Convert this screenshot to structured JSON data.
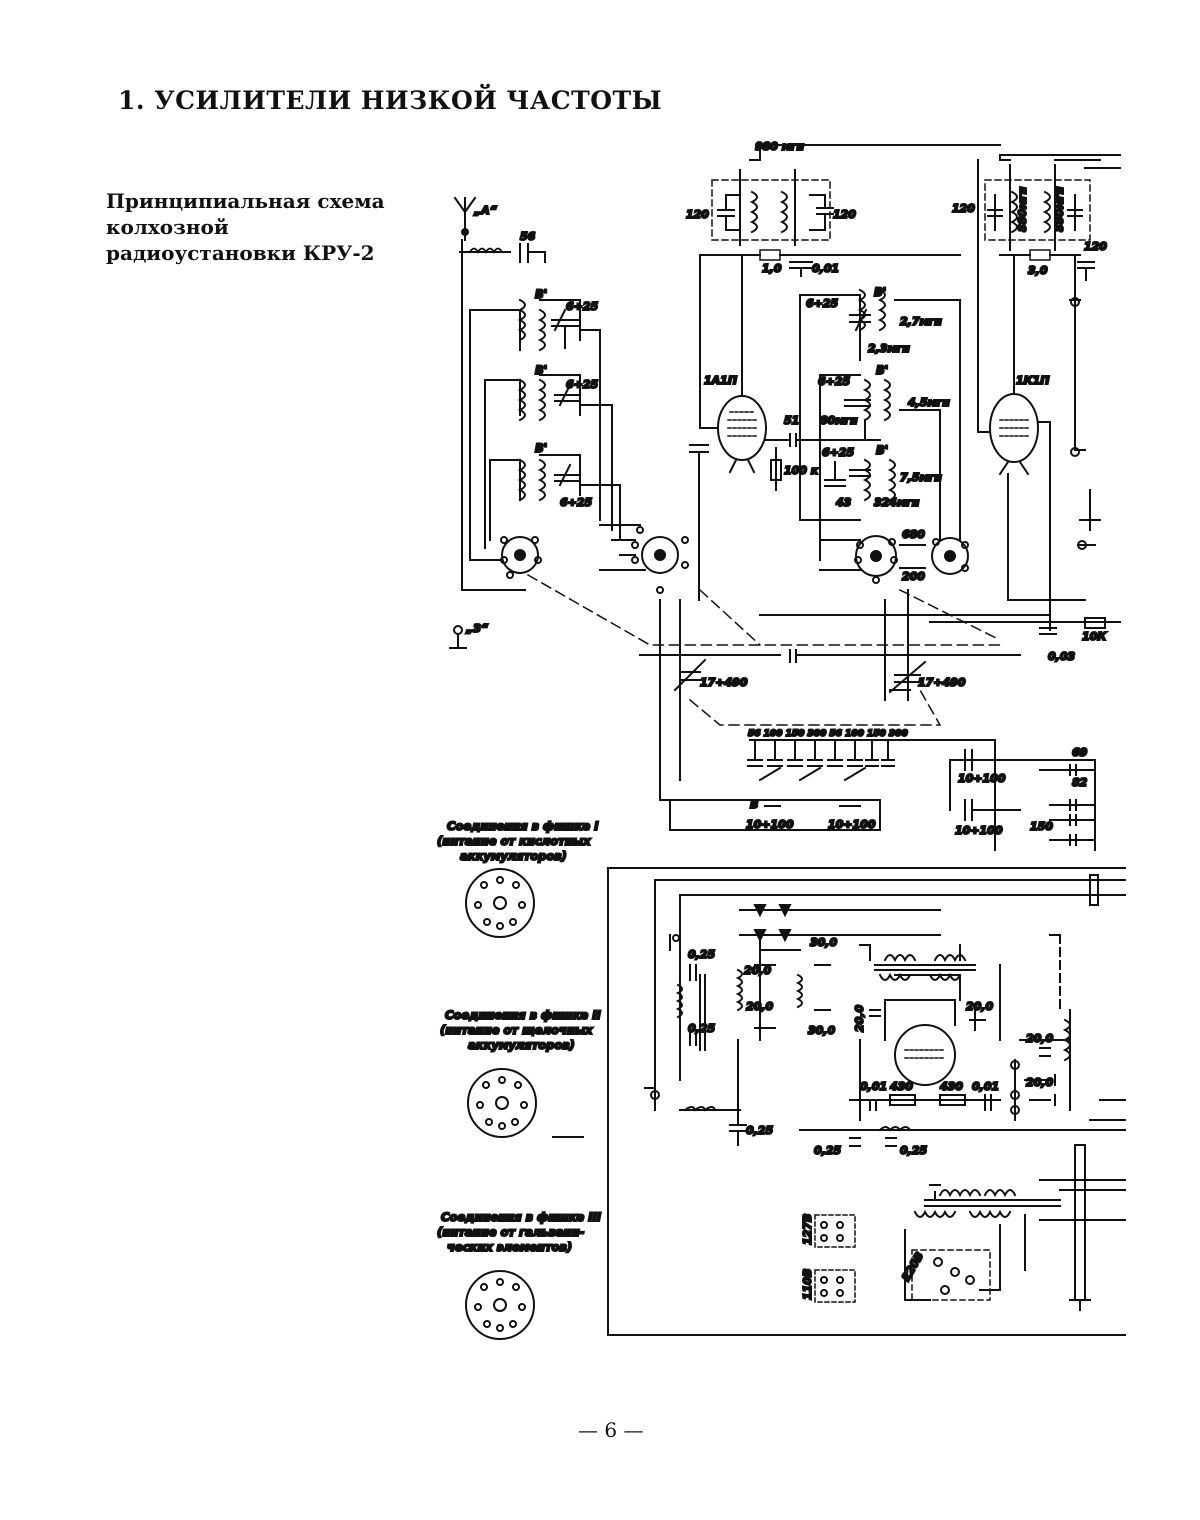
{
  "heading": "1. УСИЛИТЕЛИ НИЗКОЙ ЧАСТОТЫ",
  "caption_lines": [
    "Принципиальная схема",
    "колхозной",
    "радиоустановки  КРУ-2"
  ],
  "schematic": {
    "antenna_label": "„А“",
    "ground_label": "„З“",
    "tube_labels": [
      "1А1П",
      "1К1П"
    ],
    "component_labels": {
      "antenna_cap": "56",
      "if_cap_left": "120",
      "if_cap_right": "120",
      "if_cap_far": "120",
      "if_inductance": "980 мгн",
      "coil_880_a": "880мгн",
      "coil_880_b": "880мгн",
      "res_1_0": "1,0",
      "cap_0_01": "0,01",
      "res_3_0": "3,0",
      "cap_120_small": "120",
      "trim_1": "6÷25",
      "trim_2": "6÷25",
      "trim_3": "6÷25",
      "trim_4": "6÷25",
      "trim_5": "6÷25",
      "trim_6": "6÷25",
      "l_2_7": "2,7мгн",
      "l_2_3": "2,3мгн",
      "l_4_5": "4,5мгн",
      "l_80": "80мгн",
      "l_7_5": "7,5мгн",
      "l_324": "324мгн",
      "cap_43": "43",
      "cap_51": "51",
      "res_100k": "100 к",
      "cap_680": "680",
      "cap_200": "200",
      "var_cap_1": "17÷490",
      "var_cap_2": "17÷490",
      "cap_0_03": "0,03",
      "res_10k": "10К",
      "cap_row": "56  100  150 300 56 100 150 300",
      "trim_b": "10÷100",
      "trim_c": "10÷100",
      "trim_d": "10÷100",
      "trim_e": "10÷100",
      "label_b": "В",
      "cap_69": "69",
      "cap_82": "82",
      "cap_150": "150",
      "ps_cap_1": "0,25",
      "ps_cap_2": "0,25",
      "ps_cap_3": "0,25",
      "ps_cap_4": "0,25",
      "ps_cap_5": "0,25",
      "ps_cap_20_a": "20,0",
      "ps_cap_20_b": "20,0",
      "ps_cap_20_c": "20,0",
      "ps_cap_20_d": "20,0",
      "ps_cap_20_e": "20,0",
      "ps_cap_20_f": "20,0",
      "ps_cap_30_a": "30,0",
      "ps_cap_30_b": "30,0",
      "ps_cap_001_a": "0,01",
      "ps_cap_001_b": "0,01",
      "ps_res_430_a": "430",
      "ps_res_430_b": "430",
      "volt_127": "127В",
      "volt_110": "110В",
      "volt_220": "220В"
    }
  },
  "plug_notes": [
    {
      "title": "Соединения в фишке I",
      "line2": "(питание от кислотных",
      "line3": "аккумуляторов)"
    },
    {
      "title": "Соединения в фишке II",
      "line2": "(питание от щелочных",
      "line3": "аккумуляторов)"
    },
    {
      "title": "Соединения в фишке III",
      "line2": "(питание от гальвани-",
      "line3": "ческих элементов)"
    }
  ],
  "page_number": "— 6 —"
}
